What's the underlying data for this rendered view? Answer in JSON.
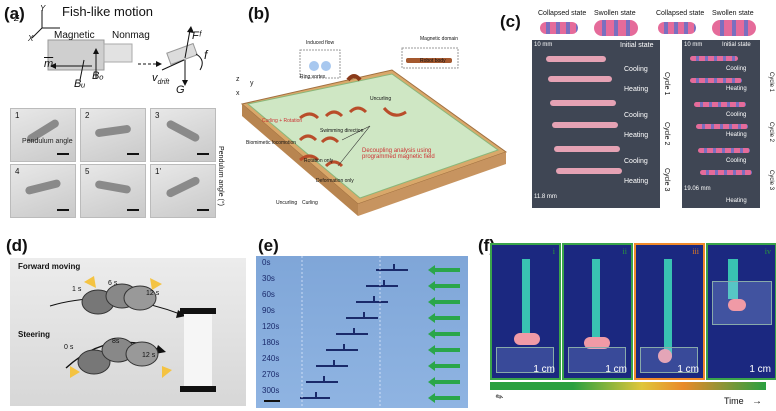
{
  "panels": {
    "a": {
      "label": "(a)",
      "title": "Fish-like motion",
      "axis_x": "X",
      "axis_y": "Y",
      "axis_z": "Z",
      "magnetic": "Magnetic",
      "nonmag": "Nonmag",
      "m_label": "m",
      "bu_label": "Bᵤ",
      "bo_label": "Bₒ",
      "vdrift_label": "v",
      "vdrift_sub": "drift",
      "ff_label": "Fᶠ",
      "f_label": "f",
      "g_label": "G",
      "pendulum_label": "Pendulum angle",
      "pendulum_axis": "Pendulum angle (°)",
      "frames": [
        "1",
        "2",
        "3",
        "4",
        "5",
        "1'"
      ]
    },
    "b": {
      "label": "(b)",
      "axis_z": "z",
      "axis_y": "y",
      "axis_x": "x",
      "induced_flow": "Induced flow",
      "ring_vortex": "Ring vortex",
      "magnetic_domain": "Magnetic domain",
      "robot_body": "Robot body",
      "uncurling_top": "Uncurling",
      "curling_rotation": "Curling + Rotation",
      "biomimetic": "Biomimetic locomotion",
      "swimming_direction": "Swimming direction",
      "rotation_only": "Rotation only",
      "deformation_only": "Deformation only",
      "decoupling": "Decoupling analysis using programmed magnetic field",
      "uncurling_bottom": "Uncurling",
      "curling_bottom": "Curling"
    },
    "c": {
      "label": "(c)",
      "left": {
        "collapsed": "Collapsed state",
        "swollen": "Swollen state",
        "scale": "10 mm",
        "initial": "Initial state",
        "rows": [
          "Cooling",
          "Heating",
          "Cooling",
          "Heating",
          "Cooling",
          "Heating"
        ],
        "cycles": [
          "Cycle 1",
          "Cycle 2",
          "Cycle 3"
        ],
        "distance": "11.8 mm"
      },
      "right": {
        "collapsed": "Collapsed state",
        "swollen": "Swollen state",
        "scale": "10 mm",
        "initial": "Initial state",
        "rows": [
          "Cooling",
          "Heating",
          "Cooling",
          "Heating",
          "Cooling",
          "Heating"
        ],
        "cycles": [
          "Cycle 1",
          "Cycle 2",
          "Cycle 3"
        ],
        "distance": "19.06 mm"
      }
    },
    "d": {
      "label": "(d)",
      "forward": "Forward moving",
      "steering": "Steering",
      "t_forward": [
        "1 s",
        "6 s",
        "12 s"
      ],
      "t_steer": [
        "0 s",
        "8s",
        "12 s"
      ]
    },
    "e": {
      "label": "(e)",
      "times": [
        "0s",
        "30s",
        "60s",
        "90s",
        "120s",
        "180s",
        "240s",
        "270s",
        "300s"
      ]
    },
    "f": {
      "label": "(f)",
      "romans": [
        "i",
        "ii",
        "iii",
        "iv"
      ],
      "scale": "1 cm",
      "time": "Time"
    }
  },
  "colors": {
    "roman_i": "#2a9a3a",
    "roman_iii": "#e07a20",
    "border_iii": "#f08a2a",
    "border_green": "#3aa44a"
  }
}
